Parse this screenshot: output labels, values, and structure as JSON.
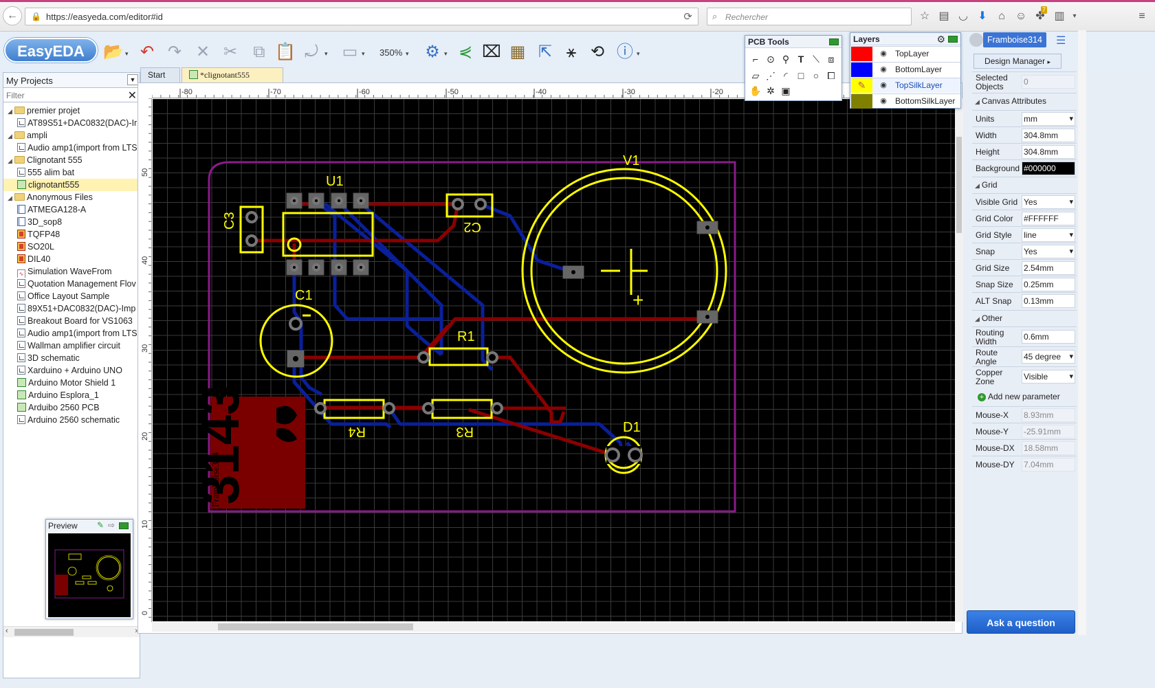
{
  "browser": {
    "url": "https://easyeda.com/editor#id",
    "search_placeholder": "Rechercher",
    "badge_count": "7"
  },
  "toolbar": {
    "logo": "EasyEDA",
    "zoom": "350%"
  },
  "projects": {
    "title": "My Projects",
    "filter_placeholder": "Filter",
    "items": [
      {
        "label": "premier projet",
        "type": "folder",
        "level": 0
      },
      {
        "label": "AT89S51+DAC0832(DAC)-Ir",
        "type": "sch",
        "level": 1
      },
      {
        "label": "ampli",
        "type": "folder",
        "level": 0
      },
      {
        "label": "Audio amp1(import from LTS",
        "type": "sch",
        "level": 1
      },
      {
        "label": "Clignotant 555",
        "type": "folder",
        "level": 0
      },
      {
        "label": "555 alim bat",
        "type": "sch",
        "level": 1
      },
      {
        "label": "clignotant555",
        "type": "pcb",
        "level": 1,
        "selected": true
      },
      {
        "label": "Anonymous Files",
        "type": "folder",
        "level": 0
      },
      {
        "label": "ATMEGA128-A",
        "type": "lib",
        "level": 1
      },
      {
        "label": "3D_sop8",
        "type": "lib",
        "level": 1
      },
      {
        "label": "TQFP48",
        "type": "fp",
        "level": 1
      },
      {
        "label": "SO20L",
        "type": "fp",
        "level": 1
      },
      {
        "label": "DIL40",
        "type": "fp",
        "level": 1
      },
      {
        "label": "Simulation WaveFrom",
        "type": "wave",
        "level": 1
      },
      {
        "label": "Quotation Management Flov",
        "type": "sch",
        "level": 1
      },
      {
        "label": "Office Layout Sample",
        "type": "sch",
        "level": 1
      },
      {
        "label": "89X51+DAC0832(DAC)-Imp",
        "type": "sch",
        "level": 1
      },
      {
        "label": "Breakout Board for VS1063",
        "type": "sch",
        "level": 1
      },
      {
        "label": "Audio amp1(import from LTS",
        "type": "sch",
        "level": 1
      },
      {
        "label": "Wallman amplifier circuit",
        "type": "sch",
        "level": 1
      },
      {
        "label": "3D schematic",
        "type": "sch",
        "level": 1
      },
      {
        "label": "Xarduino + Arduino UNO",
        "type": "sch",
        "level": 1
      },
      {
        "label": "Arduino Motor Shield 1",
        "type": "pcb",
        "level": 1
      },
      {
        "label": "Arduino Esplora_1",
        "type": "pcb",
        "level": 1
      },
      {
        "label": "Arduibo 2560 PCB",
        "type": "pcb",
        "level": 1
      },
      {
        "label": "Arduino 2560 schematic",
        "type": "sch",
        "level": 1
      }
    ]
  },
  "preview": {
    "title": "Preview"
  },
  "tabs": [
    {
      "label": "Start"
    },
    {
      "label": "*clignotant555",
      "active": true
    }
  ],
  "rulers": {
    "top": [
      "-80",
      "-70",
      "-60",
      "-50",
      "-40",
      "-30",
      "-20"
    ],
    "left": [
      "50",
      "40",
      "30",
      "20",
      "10",
      "0"
    ]
  },
  "pcb": {
    "designators": {
      "U1": "U1",
      "C3": "C3",
      "C2": "C2",
      "C1": "C1",
      "R1": "R1",
      "R4": "R4",
      "R3": "R3",
      "V1": "V1",
      "D1": "D1"
    },
    "plus_sign": "+",
    "logo_text": "3143",
    "logo_caption": "Framboise314",
    "colors": {
      "board_outline": "#8a1a8a",
      "silk": "#ffff00",
      "top_copper": "#8b0000",
      "bottom_copper": "#0a1f9a",
      "pad": "#6b6b6b",
      "background": "#000000",
      "grid": "#ffffff"
    }
  },
  "pcb_tools": {
    "title": "PCB Tools"
  },
  "layers": {
    "title": "Layers",
    "rows": [
      {
        "name": "TopLayer",
        "color": "#ff0000"
      },
      {
        "name": "BottomLayer",
        "color": "#0000ff"
      },
      {
        "name": "TopSilkLayer",
        "color": "#ffff00",
        "active": true
      },
      {
        "name": "BottomSilkLayer",
        "color": "#808000"
      }
    ]
  },
  "user": {
    "name": "Framboise314"
  },
  "props": {
    "design_manager": "Design Manager",
    "selected_objects_label": "Selected Objects",
    "selected_objects_value": "0",
    "canvas_section": "Canvas Attributes",
    "units_label": "Units",
    "units": "mm",
    "width_label": "Width",
    "width": "304.8mm",
    "height_label": "Height",
    "height": "304.8mm",
    "background_label": "Background",
    "background": "#000000",
    "grid_section": "Grid",
    "visible_grid_label": "Visible Grid",
    "visible_grid": "Yes",
    "grid_color_label": "Grid Color",
    "grid_color": "#FFFFFF",
    "grid_style_label": "Grid Style",
    "grid_style": "line",
    "snap_label": "Snap",
    "snap": "Yes",
    "grid_size_label": "Grid Size",
    "grid_size": "2.54mm",
    "snap_size_label": "Snap Size",
    "snap_size": "0.25mm",
    "alt_snap_label": "ALT Snap",
    "alt_snap": "0.13mm",
    "other_section": "Other",
    "routing_width_label": "Routing Width",
    "routing_width": "0.6mm",
    "route_angle_label": "Route Angle",
    "route_angle": "45 degree",
    "copper_zone_label": "Copper Zone",
    "copper_zone": "Visible",
    "add_param": "Add new parameter",
    "mouse_x_label": "Mouse-X",
    "mouse_x": "8.93mm",
    "mouse_y_label": "Mouse-Y",
    "mouse_y": "-25.91mm",
    "mouse_dx_label": "Mouse-DX",
    "mouse_dx": "18.58mm",
    "mouse_dy_label": "Mouse-DY",
    "mouse_dy": "7.04mm"
  },
  "ask_button": "Ask a question"
}
